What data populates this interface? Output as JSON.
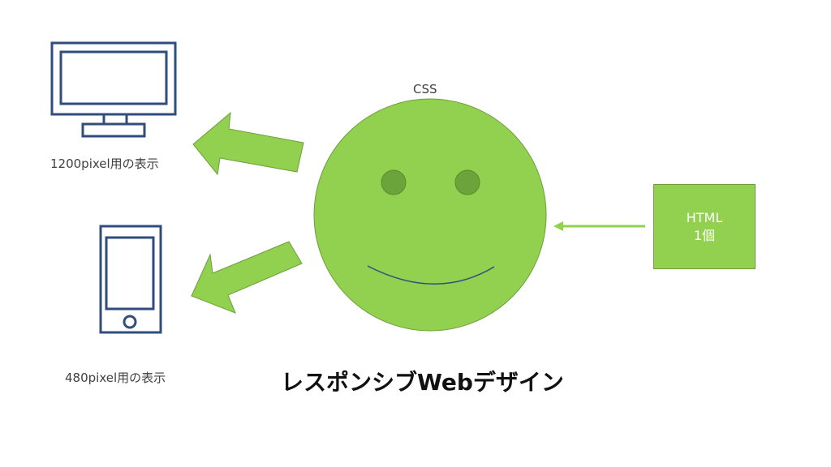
{
  "labels": {
    "desktop": "1200pixel用の表示",
    "mobile": "480pixel用の表示",
    "css": "CSS",
    "title": "レスポンシブWebデザイン"
  },
  "html_box": {
    "line1": "HTML",
    "line2": "1個"
  },
  "icons": {
    "desktop": "desktop-monitor-icon",
    "mobile": "smartphone-icon",
    "face": "smiley-face-icon"
  },
  "colors": {
    "green": "#92D050",
    "eye": "#6BA43A",
    "device_outline": "#2F4D7E",
    "text": "#404040"
  }
}
